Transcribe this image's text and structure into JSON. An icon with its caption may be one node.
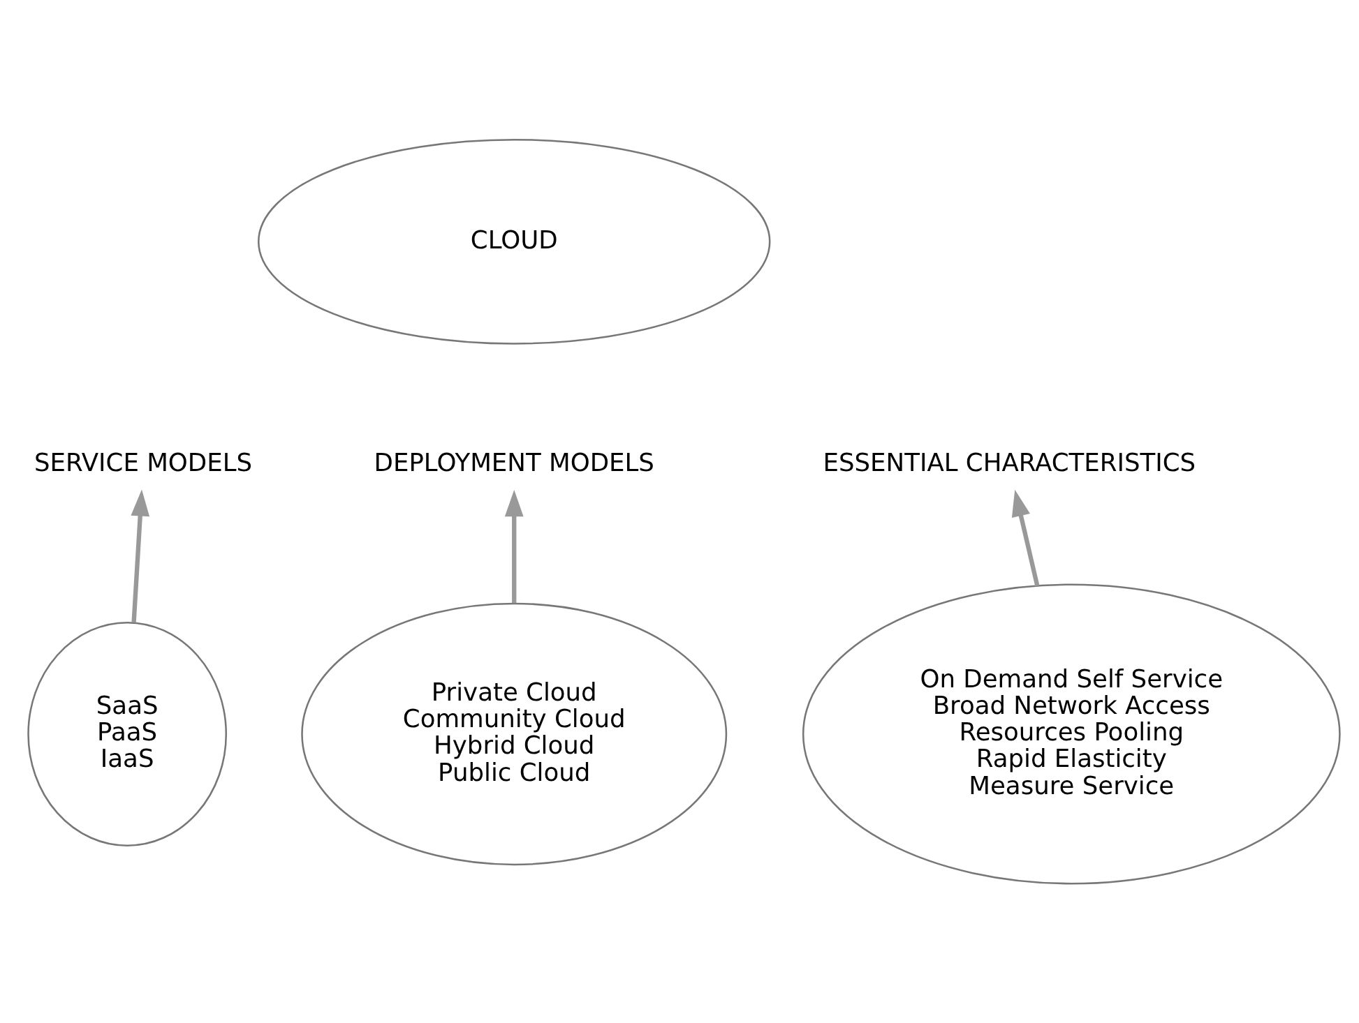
{
  "diagram": {
    "nodes": [
      {
        "text": [
          "CLOUD"
        ]
      },
      {
        "text": [
          "SERVICE MODELS"
        ]
      },
      {
        "text": [
          "DEPLOYMENT MODELS"
        ]
      },
      {
        "text": [
          "ESSENTIAL CHARACTERISTICS"
        ]
      },
      {
        "text": [
          "SaaS",
          "PaaS",
          "IaaS"
        ]
      },
      {
        "text": [
          "On Demand Self Service",
          "Broad Network Access",
          "Resources Pooling",
          "Rapid Elasticity",
          "Measure Service"
        ]
      },
      {
        "text": [
          "Private Cloud",
          "Community Cloud",
          "Hybrid Cloud",
          "Public Cloud"
        ]
      }
    ],
    "edges": [
      {
        "from": 4,
        "to": 1,
        "arrow": "to"
      },
      {
        "from": 5,
        "to": 3,
        "arrow": "to"
      },
      {
        "from": 6,
        "to": 2,
        "arrow": "to"
      }
    ]
  }
}
